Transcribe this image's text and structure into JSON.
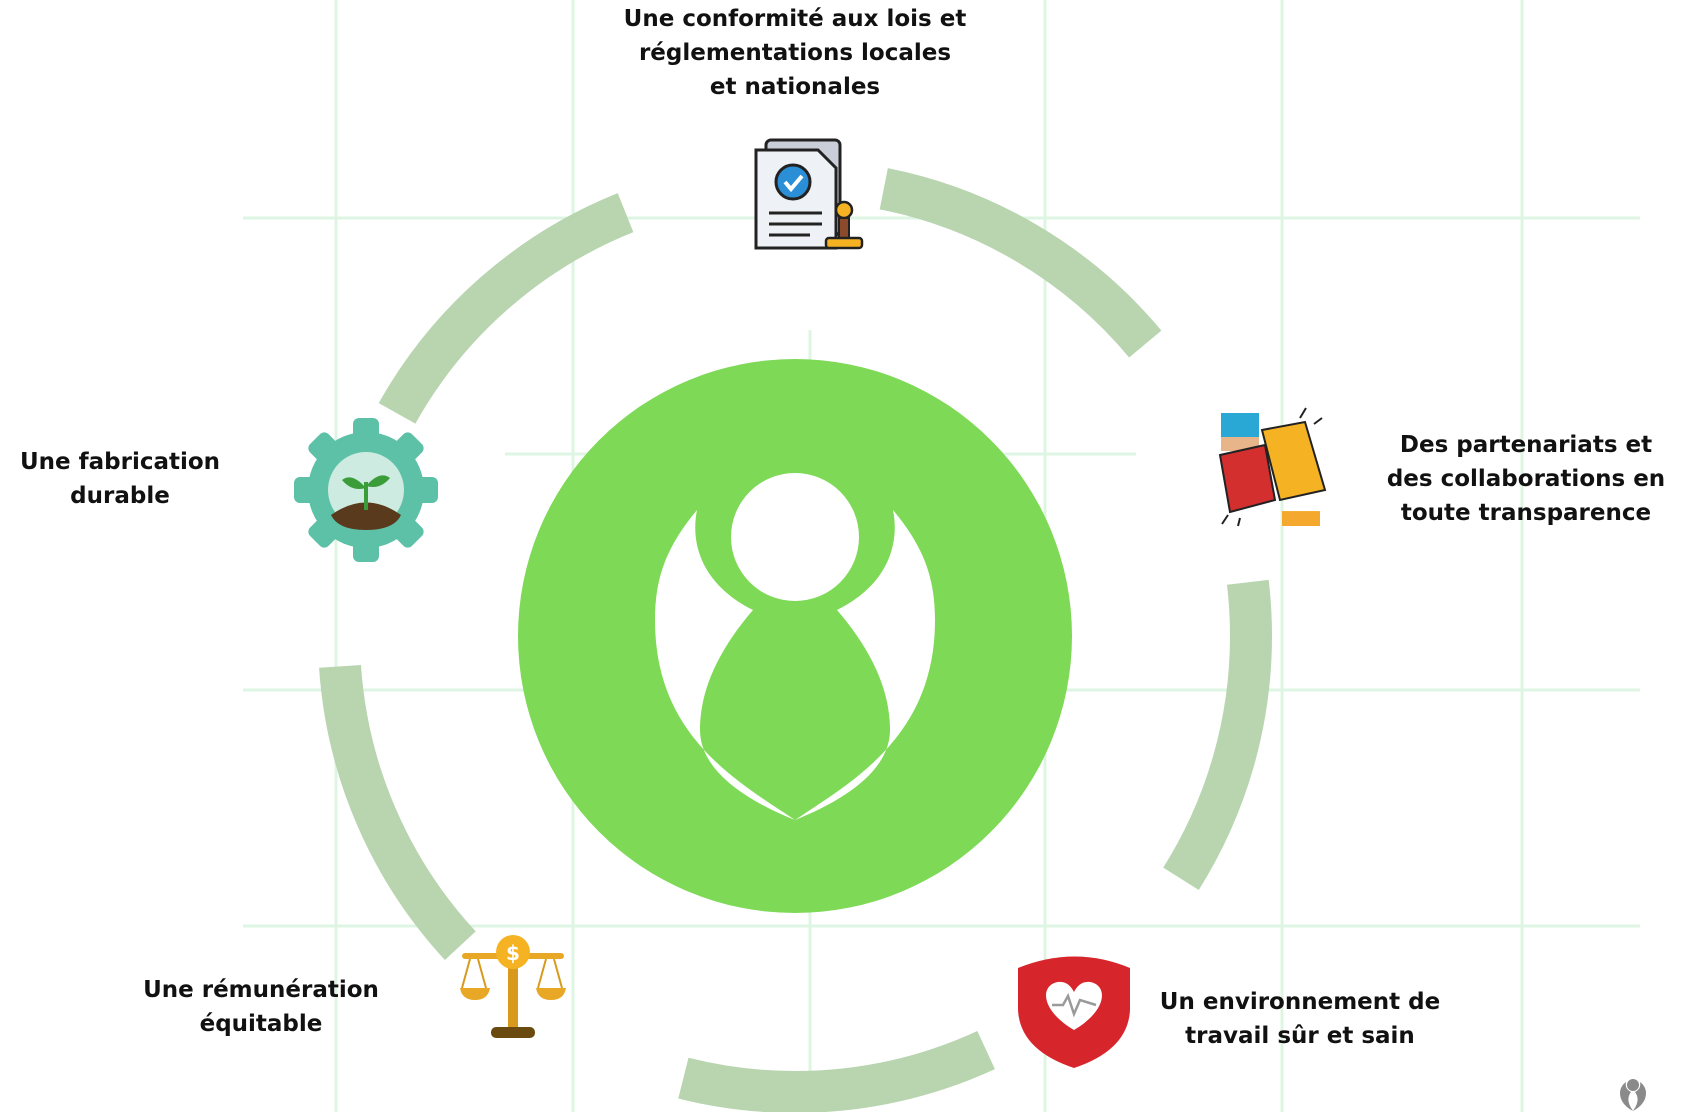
{
  "diagram": {
    "center_logo": {
      "name": "green-logo",
      "color": "#7ED957"
    },
    "ring_color": "#B8D5B0",
    "grid_color": "#DFF5E3",
    "nodes": [
      {
        "id": "conformite",
        "icon": "document-checklist-stamp-icon",
        "lines": [
          "Une conformité aux lois et",
          "réglementations locales",
          "et nationales"
        ]
      },
      {
        "id": "partenariats",
        "icon": "puzzle-handshake-icon",
        "lines": [
          "Des partenariats et",
          "des collaborations en",
          "toute transparence"
        ]
      },
      {
        "id": "environnement",
        "icon": "heart-shield-icon",
        "lines": [
          "Un environnement de",
          "travail sûr et sain"
        ]
      },
      {
        "id": "remuneration",
        "icon": "balance-scale-dollar-icon",
        "lines": [
          "Une rémunération",
          "équitable"
        ]
      },
      {
        "id": "fabrication",
        "icon": "plant-gear-icon",
        "lines": [
          "Une fabrication",
          "durable"
        ]
      }
    ]
  }
}
